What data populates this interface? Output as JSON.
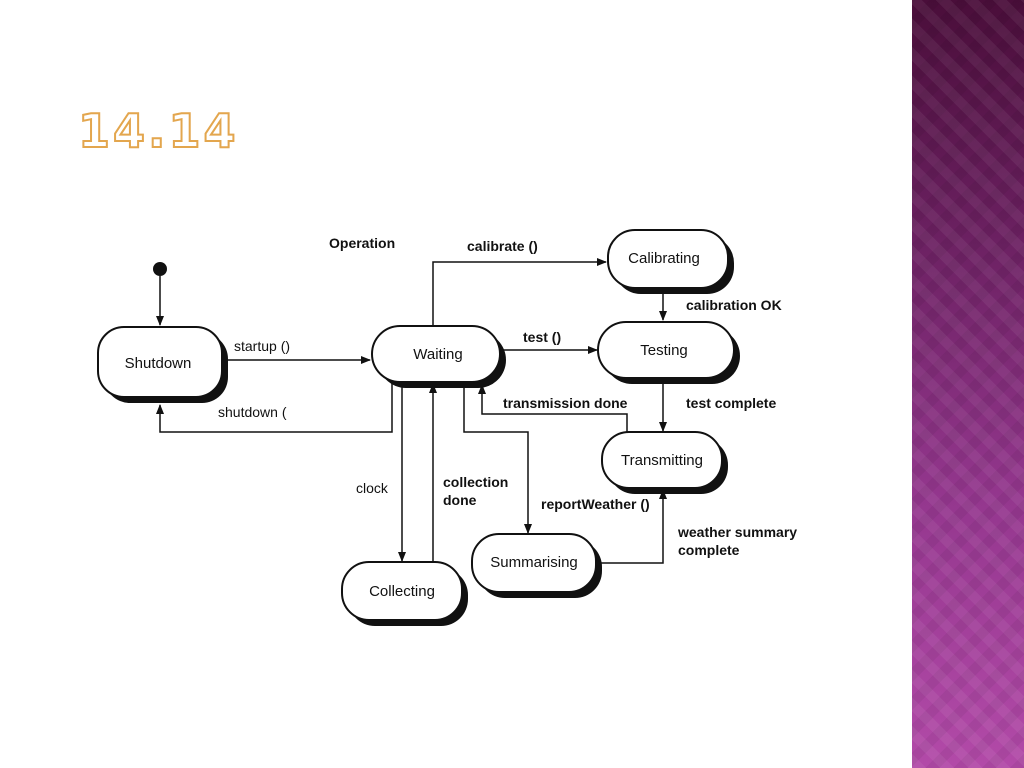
{
  "slide": {
    "title": "14.14",
    "accent_color": "#e3a64e",
    "band_color": "#8a2f80"
  },
  "diagram": {
    "superstate_label": "Operation",
    "states": {
      "shutdown": "Shutdown",
      "waiting": "Waiting",
      "calibrating": "Calibrating",
      "testing": "Testing",
      "transmitting": "Transmitting",
      "collecting": "Collecting",
      "summarising": "Summarising"
    },
    "transitions": {
      "startup": "startup ()",
      "shutdown": "shutdown (",
      "calibrate": "calibrate ()",
      "calibration_ok": "calibration OK",
      "test": "test ()",
      "test_complete": "test complete",
      "transmission_done": "transmission done",
      "clock": "clock",
      "collection_done_1": "collection",
      "collection_done_2": "done",
      "report_weather": "reportWeather ()",
      "weather_summary_1": "weather summary",
      "weather_summary_2": "complete"
    }
  }
}
